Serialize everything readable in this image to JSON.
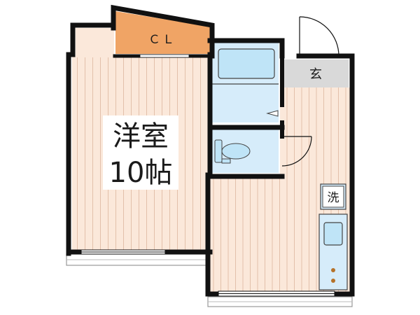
{
  "rooms": {
    "western_room": {
      "name": "洋室",
      "size": "10帖"
    },
    "closet": {
      "label": "ＣＬ"
    },
    "entrance": {
      "label": "玄"
    },
    "laundry": {
      "label": "洗"
    }
  },
  "colors": {
    "floor": "#fbe8da",
    "floor_line": "#e6c3ad",
    "wall": "#111111",
    "closet": "#f0a465",
    "bath": "#d6ecfa",
    "fixture": "#bfe4f7",
    "entrance": "#d9d9d9"
  }
}
